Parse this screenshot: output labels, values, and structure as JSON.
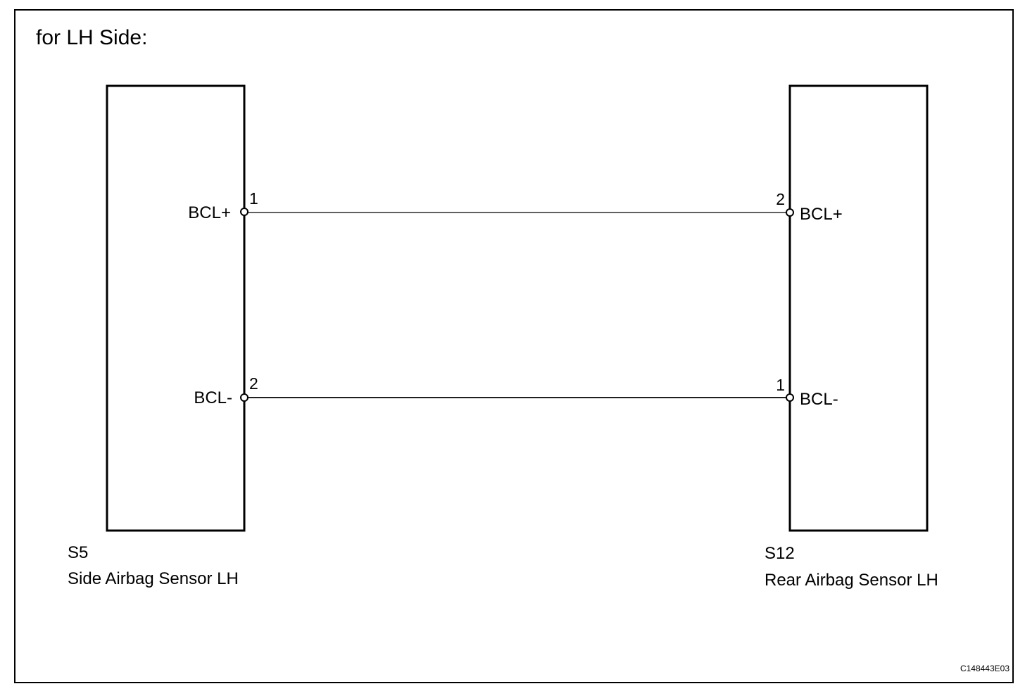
{
  "diagram": {
    "title": "for LH Side:",
    "figure_id": "C148443E03",
    "components": [
      {
        "code": "S5",
        "name": "Side Airbag Sensor LH",
        "pins": [
          {
            "number": "1",
            "label": "BCL+"
          },
          {
            "number": "2",
            "label": "BCL-"
          }
        ]
      },
      {
        "code": "S12",
        "name": "Rear Airbag Sensor LH",
        "pins": [
          {
            "number": "2",
            "label": "BCL+"
          },
          {
            "number": "1",
            "label": "BCL-"
          }
        ]
      }
    ],
    "wires": [
      {
        "from": "S5 pin 1 (BCL+)",
        "to": "S12 pin 2 (BCL+)"
      },
      {
        "from": "S5 pin 2 (BCL-)",
        "to": "S12 pin 1 (BCL-)"
      }
    ]
  }
}
